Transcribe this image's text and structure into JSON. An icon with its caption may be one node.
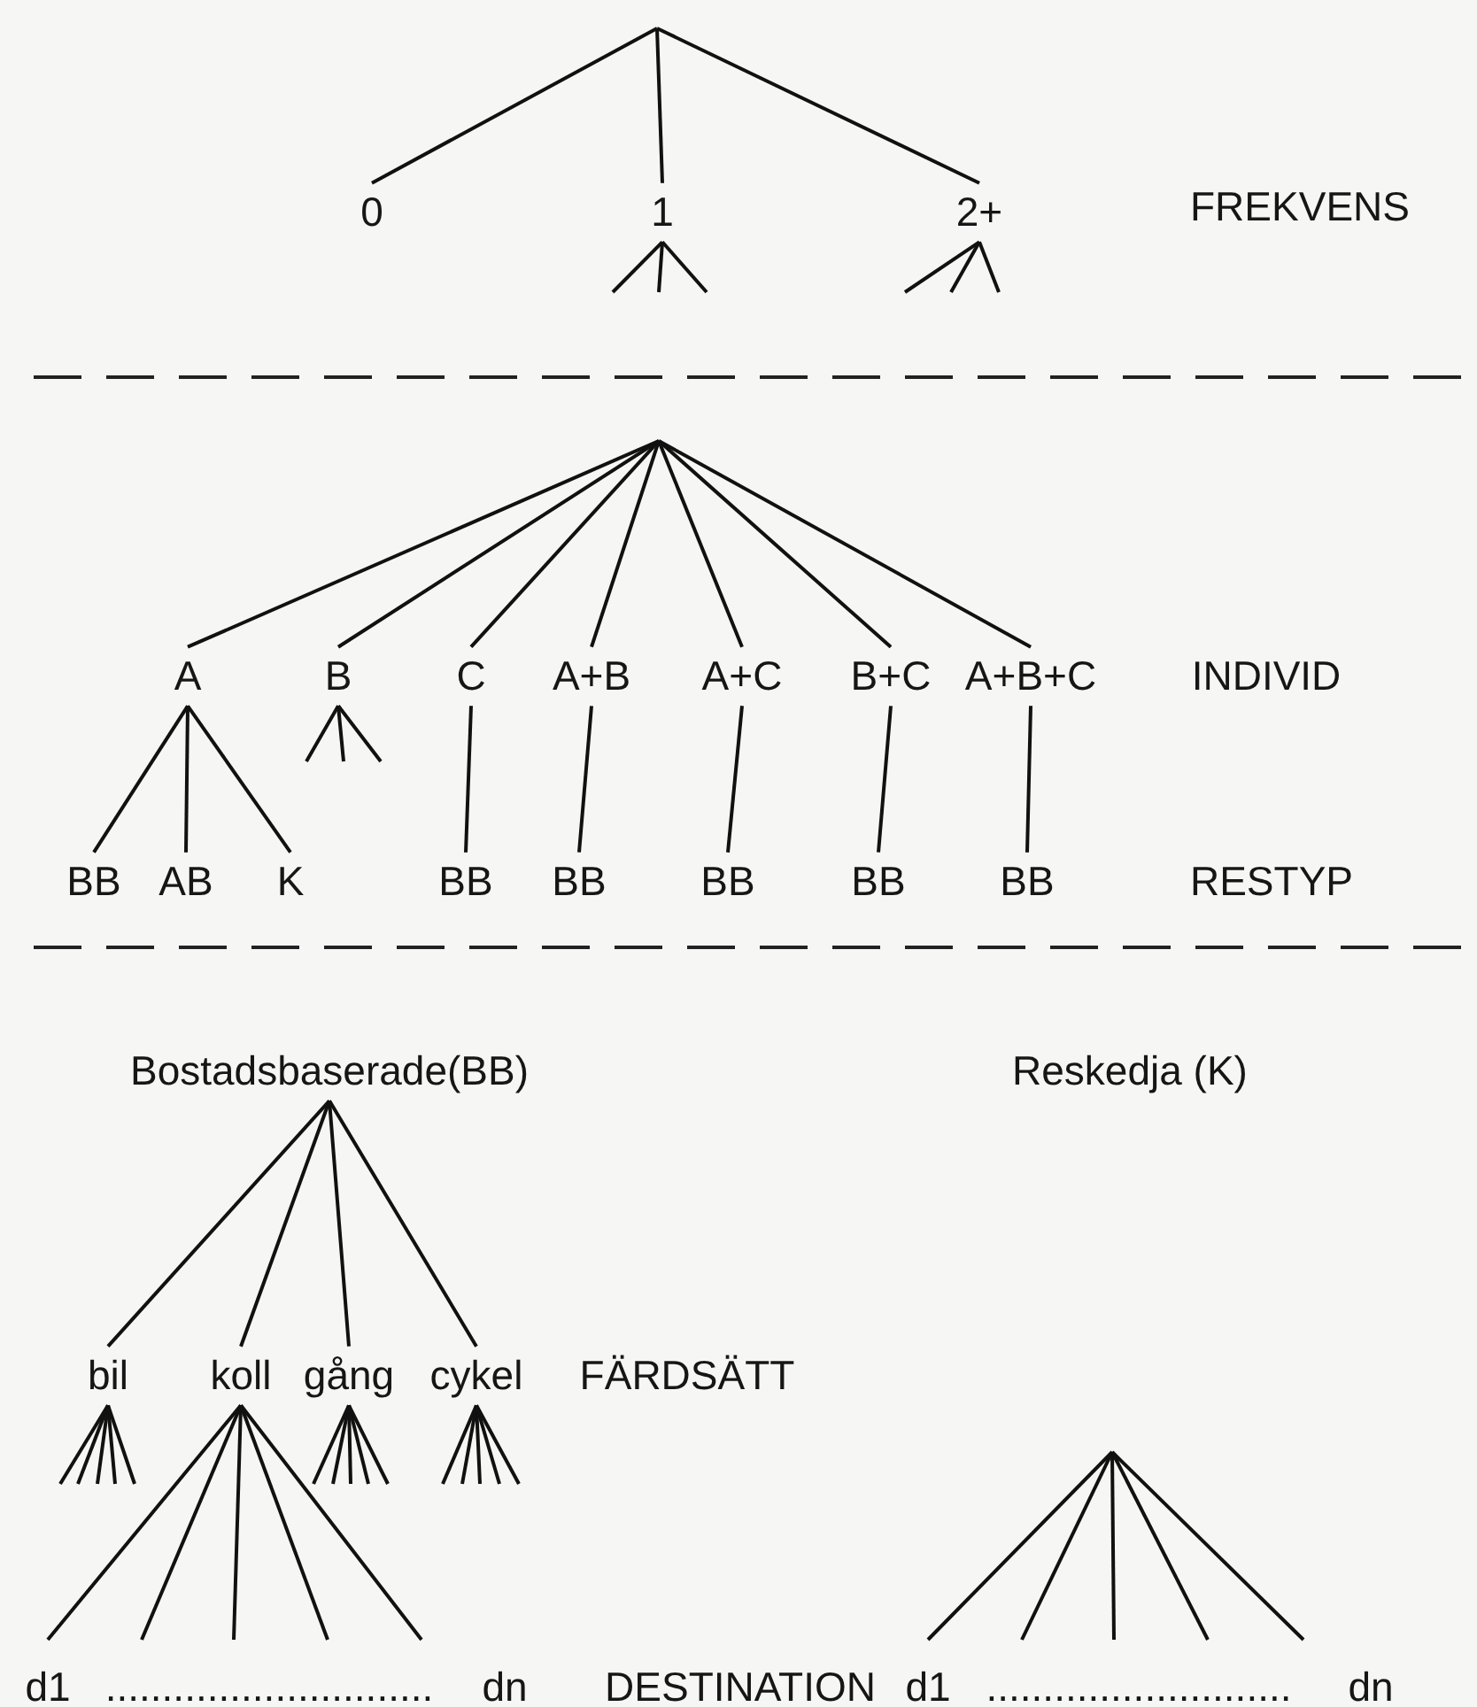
{
  "diagram": {
    "nodes": [
      {
        "text": [
          "0"
        ]
      },
      {
        "text": [
          "1"
        ]
      },
      {
        "text": [
          "2+"
        ]
      },
      {
        "text": [
          "A"
        ]
      },
      {
        "text": [
          "B"
        ]
      },
      {
        "text": [
          "C"
        ]
      },
      {
        "text": [
          "A+B"
        ]
      },
      {
        "text": [
          "A+C"
        ]
      },
      {
        "text": [
          "B+C"
        ]
      },
      {
        "text": [
          "A+B+C"
        ]
      },
      {
        "text": [
          "BB"
        ]
      },
      {
        "text": [
          "AB"
        ]
      },
      {
        "text": [
          "K"
        ]
      },
      {
        "text": [
          "BB"
        ]
      },
      {
        "text": [
          "BB"
        ]
      },
      {
        "text": [
          "BB"
        ]
      },
      {
        "text": [
          "BB"
        ]
      },
      {
        "text": [
          "BB"
        ]
      },
      {
        "text": [
          "Bostadsbaserade(BB)"
        ]
      },
      {
        "text": [
          "Reskedja (K)"
        ]
      },
      {
        "text": [
          "bil"
        ]
      },
      {
        "text": [
          "koll"
        ]
      },
      {
        "text": [
          "gång"
        ]
      },
      {
        "text": [
          "cykel"
        ]
      }
    ],
    "edges": [
      {
        "from": null,
        "to": 0,
        "arrow": "none"
      },
      {
        "from": null,
        "to": 1,
        "arrow": "none"
      },
      {
        "from": null,
        "to": 2,
        "arrow": "none"
      },
      {
        "from": 1,
        "to": null,
        "arrow": "none"
      },
      {
        "from": 1,
        "to": null,
        "arrow": "none"
      },
      {
        "from": 1,
        "to": null,
        "arrow": "none"
      },
      {
        "from": 2,
        "to": null,
        "arrow": "none"
      },
      {
        "from": 2,
        "to": null,
        "arrow": "none"
      },
      {
        "from": 2,
        "to": null,
        "arrow": "none"
      },
      {
        "from": null,
        "to": 3,
        "arrow": "none"
      },
      {
        "from": null,
        "to": 4,
        "arrow": "none"
      },
      {
        "from": null,
        "to": 5,
        "arrow": "none"
      },
      {
        "from": null,
        "to": 6,
        "arrow": "none"
      },
      {
        "from": null,
        "to": 7,
        "arrow": "none"
      },
      {
        "from": null,
        "to": 8,
        "arrow": "none"
      },
      {
        "from": null,
        "to": 9,
        "arrow": "none"
      },
      {
        "from": 3,
        "to": 10,
        "arrow": "none"
      },
      {
        "from": 3,
        "to": 11,
        "arrow": "none"
      },
      {
        "from": 3,
        "to": 12,
        "arrow": "none"
      },
      {
        "from": 4,
        "to": null,
        "arrow": "none"
      },
      {
        "from": 4,
        "to": null,
        "arrow": "none"
      },
      {
        "from": 4,
        "to": null,
        "arrow": "none"
      },
      {
        "from": 5,
        "to": 13,
        "arrow": "none"
      },
      {
        "from": 6,
        "to": 14,
        "arrow": "none"
      },
      {
        "from": 7,
        "to": 15,
        "arrow": "none"
      },
      {
        "from": 8,
        "to": 16,
        "arrow": "none"
      },
      {
        "from": 9,
        "to": 17,
        "arrow": "none"
      },
      {
        "from": 18,
        "to": 20,
        "arrow": "none"
      },
      {
        "from": 18,
        "to": 21,
        "arrow": "none"
      },
      {
        "from": 18,
        "to": 22,
        "arrow": "none"
      },
      {
        "from": 18,
        "to": 23,
        "arrow": "none"
      },
      {
        "from": 20,
        "to": null,
        "arrow": "none"
      },
      {
        "from": 20,
        "to": null,
        "arrow": "none"
      },
      {
        "from": 20,
        "to": null,
        "arrow": "none"
      },
      {
        "from": 20,
        "to": null,
        "arrow": "none"
      },
      {
        "from": 20,
        "to": null,
        "arrow": "none"
      },
      {
        "from": 21,
        "to": null,
        "arrow": "none"
      },
      {
        "from": 21,
        "to": null,
        "arrow": "none"
      },
      {
        "from": 21,
        "to": null,
        "arrow": "none"
      },
      {
        "from": 21,
        "to": null,
        "arrow": "none"
      },
      {
        "from": 21,
        "to": null,
        "arrow": "none"
      },
      {
        "from": 22,
        "to": null,
        "arrow": "none"
      },
      {
        "from": 22,
        "to": null,
        "arrow": "none"
      },
      {
        "from": 22,
        "to": null,
        "arrow": "none"
      },
      {
        "from": 22,
        "to": null,
        "arrow": "none"
      },
      {
        "from": 22,
        "to": null,
        "arrow": "none"
      },
      {
        "from": 23,
        "to": null,
        "arrow": "none"
      },
      {
        "from": 23,
        "to": null,
        "arrow": "none"
      },
      {
        "from": 23,
        "to": null,
        "arrow": "none"
      },
      {
        "from": 23,
        "to": null,
        "arrow": "none"
      },
      {
        "from": 23,
        "to": null,
        "arrow": "none"
      }
    ],
    "labels": [
      "FREKVENS",
      "INDIVID",
      "RESTYP",
      "FÄRDSÄTT",
      "d1",
      ".............................",
      "dn",
      "DESTINATION",
      "d1",
      "...........................",
      "dn"
    ]
  }
}
